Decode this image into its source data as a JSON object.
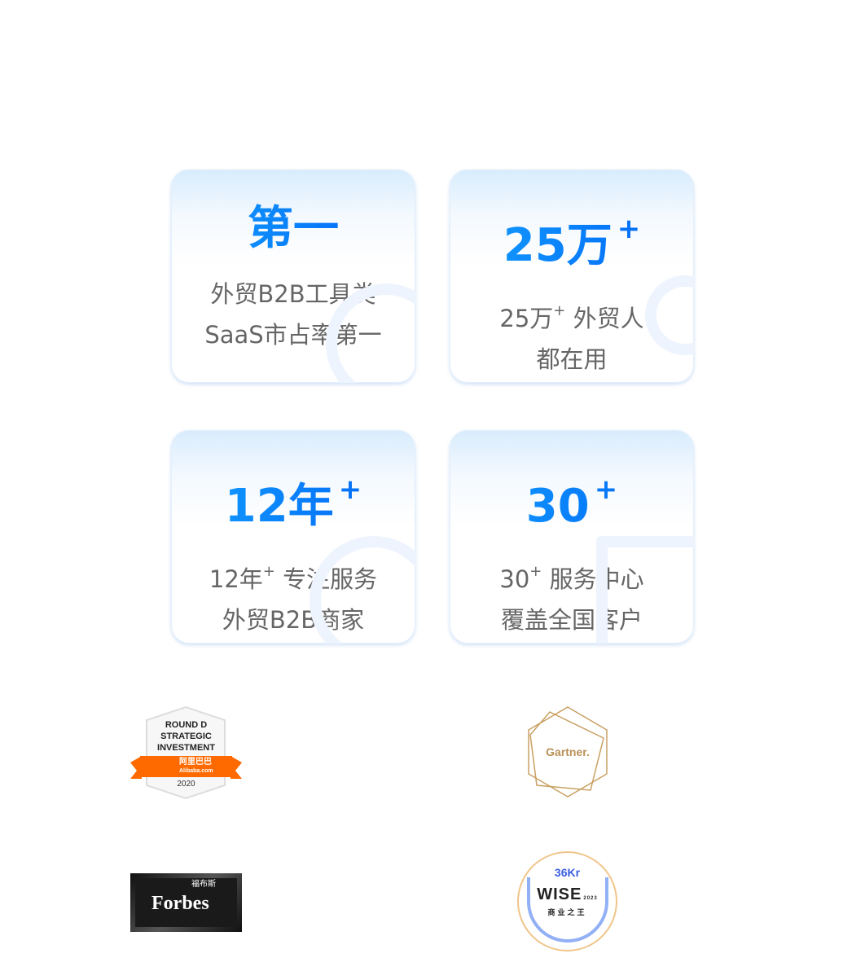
{
  "stats": [
    {
      "headline": "第一",
      "sup": "",
      "line1": "外贸B2B工具类",
      "line1_sup": "",
      "line1_rest": "",
      "line2": "SaaS市占率第一",
      "icon": "medal-icon"
    },
    {
      "headline": "25万",
      "sup": "+",
      "line1": "25万",
      "line1_sup": "+",
      "line1_rest": " 外贸人",
      "line2": "都在用",
      "icon": "users-icon"
    },
    {
      "headline": "12年",
      "sup": "+",
      "line1": "12年",
      "line1_sup": "+",
      "line1_rest": " 专注服务",
      "line2": "外贸B2B商家",
      "icon": "clock-icon"
    },
    {
      "headline": "30",
      "sup": "+",
      "line1": "30",
      "line1_sup": "+",
      "line1_rest": " 服务中心",
      "line2": "覆盖全国客户",
      "icon": "building-icon"
    }
  ],
  "logos": {
    "alibaba": {
      "line1": "ROUND D",
      "line2": "STRATEGIC",
      "line3": "INVESTMENT",
      "brand_cn": "阿里巴巴",
      "brand_en": "Alibaba.com",
      "year": "2020"
    },
    "gartner": {
      "text": "Gartner."
    },
    "forbes": {
      "cn": "福布斯",
      "en": "Forbes"
    },
    "kr36": {
      "brand": "36Kr",
      "title": "WISE",
      "year": "2023",
      "cn": "商业之王"
    }
  },
  "colors": {
    "accent": "#0a84ff",
    "orange": "#ff6a00",
    "gold": "#c9a063"
  }
}
